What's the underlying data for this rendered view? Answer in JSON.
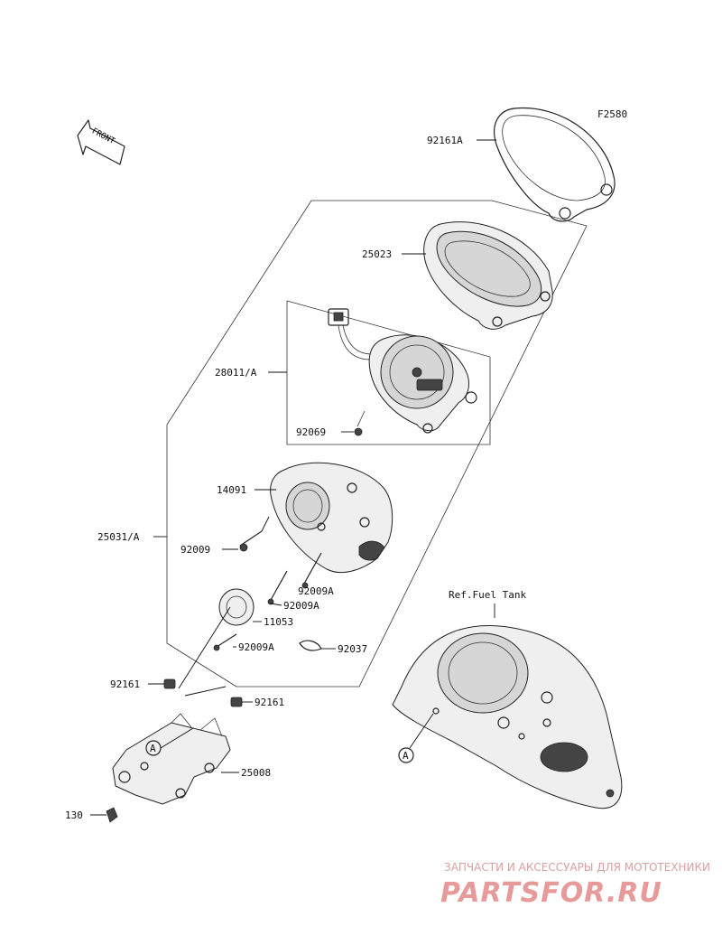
{
  "figure_code": "F2580",
  "front_arrow_text": "FRONT",
  "labels": {
    "p92161A": "92161A",
    "p25023": "25023",
    "p28011A": "28011/A",
    "p92069": "92069",
    "p14091": "14091",
    "p25031A": "25031/A",
    "p92009": "92009",
    "p92009A_1": "92009A",
    "p92009A_2": "92009A",
    "p11053": "11053",
    "p92009A_3": "92009A",
    "p92037": "92037",
    "p92161_1": "92161",
    "p92161_2": "92161",
    "p25008": "25008",
    "p130": "130",
    "ref_fuel_tank": "Ref.Fuel Tank",
    "callout_a_1": "A",
    "callout_a_2": "A"
  },
  "watermark": {
    "caption": "ЗАПЧАСТИ И АКСЕССУАРЫ ДЛЯ МОТОТЕХНИКИ",
    "brand": "PARTSFOR.RU"
  }
}
